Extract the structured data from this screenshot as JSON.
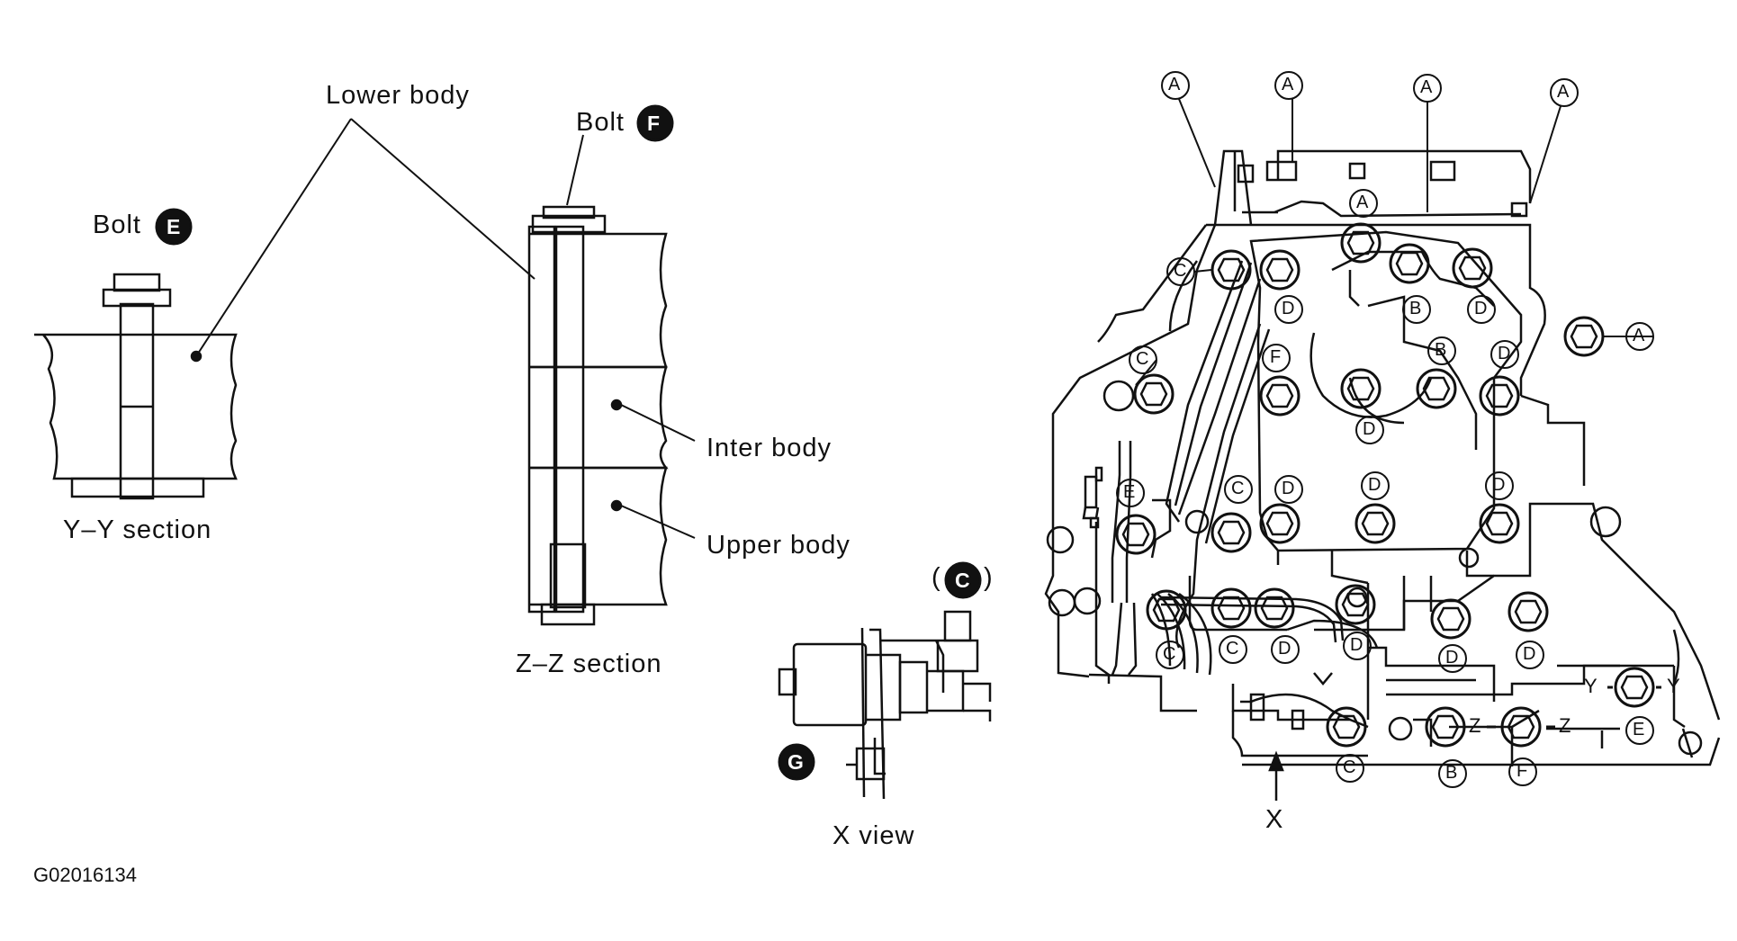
{
  "labels": {
    "lower_body": "Lower body",
    "bolt_f": "Bolt",
    "bolt_e": "Bolt",
    "inter_body": "Inter body",
    "upper_body": "Upper body",
    "yy_section": "Y–Y section",
    "zz_section": "Z–Z section",
    "x_view": "X view",
    "x_arrow": "X",
    "figure_code": "G02016134"
  },
  "callouts": {
    "A": "A",
    "B": "B",
    "C": "C",
    "D": "D",
    "E": "E",
    "F": "F",
    "G": "G"
  },
  "section_marks": {
    "y_left": "Y",
    "y_right": "Y",
    "z_left": "Z",
    "z_right": "Z",
    "c_paren_open": "(",
    "c_paren_close": ")"
  }
}
